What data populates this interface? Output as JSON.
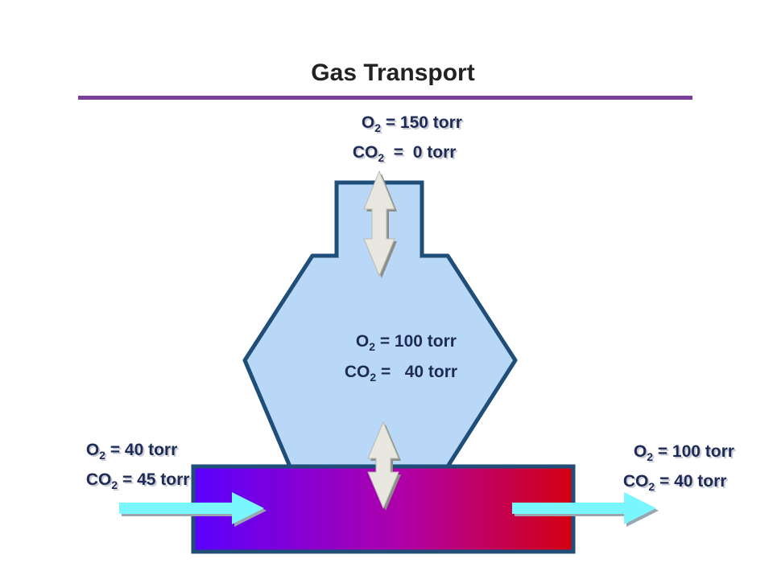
{
  "title": "Gas Transport",
  "colors": {
    "title_rule": "#7a3f9a",
    "alveolus_fill": "#b9d8f8",
    "outline": "#1f4e79",
    "capillary_start": "#5a00ff",
    "capillary_mid": "#b000a8",
    "capillary_end": "#d40010",
    "flow_arrow": "#7af6ff",
    "exchange_arrow": "#e8e8e0"
  },
  "atmosphere": {
    "o2": {
      "gas": "O",
      "sub": "2",
      "value": " = 150 torr"
    },
    "co2": {
      "gas": "CO",
      "sub": "2",
      "value": "  =  0 torr"
    }
  },
  "alveolus": {
    "o2": {
      "gas": "O",
      "sub": "2",
      "value": " = 100 torr"
    },
    "co2": {
      "gas": "CO",
      "sub": "2",
      "value": " =   40 torr"
    }
  },
  "venous_blood": {
    "o2": {
      "gas": "O",
      "sub": "2",
      "value": " = 40 torr"
    },
    "co2": {
      "gas": "CO",
      "sub": "2",
      "value": " = 45 torr"
    }
  },
  "arterial_blood": {
    "o2": {
      "gas": "O",
      "sub": "2",
      "value": " = 100 torr"
    },
    "co2": {
      "gas": "CO",
      "sub": "2",
      "value": " = 40 torr"
    }
  },
  "icons": {
    "inflow": "arrow-right-icon",
    "outflow": "arrow-right-icon",
    "airway_exchange": "double-arrow-vertical-icon",
    "capillary_exchange": "double-arrow-vertical-icon"
  }
}
